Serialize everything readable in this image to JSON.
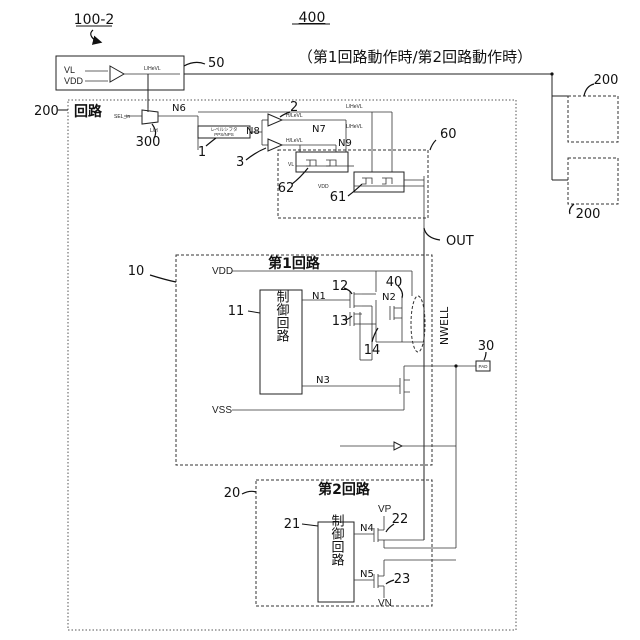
{
  "figure": {
    "number": "400",
    "mode_caption": "（第1回路動作時/第2回路動作時）",
    "device_ref": "100-2"
  },
  "block50": {
    "ref": "50",
    "lines": [
      "VL",
      "VDD"
    ],
    "out_label": "L/HeVL"
  },
  "circuit200": {
    "ref": "200",
    "title": "回路"
  },
  "ext_blocks": [
    {
      "ref": "200"
    },
    {
      "ref": "200"
    }
  ],
  "nodes": {
    "n6": "N6",
    "n7": "N7",
    "n8": "N8",
    "n9": "N9",
    "n1": "N1",
    "n2": "N2",
    "n3": "N3",
    "n4": "N4",
    "n5": "N5"
  },
  "small_labels": {
    "sel_in": "SEL_in",
    "lh": "L/H",
    "ls_block": [
      "レベルシフタ",
      "PPS/NPS"
    ],
    "buf2_out": "H/LeVL",
    "buf3_out": "H/LeVL",
    "n7_tail": "L/HeVL",
    "n9_tail": "L/HeVL",
    "vl": "VL",
    "vdd_small": "VDD"
  },
  "refs": {
    "r1": "1",
    "r2": "2",
    "r3": "3",
    "r300": "300",
    "r60": "60",
    "r61": "61",
    "r62": "62",
    "r10": "10",
    "r11": "11",
    "r12": "12",
    "r13": "13",
    "r14": "14",
    "r40": "40",
    "r30": "30",
    "r20": "20",
    "r21": "21",
    "r22": "22",
    "r23": "23"
  },
  "out_label": "OUT",
  "circuit1": {
    "title": "第1回路",
    "vdd": "VDD",
    "vss": "VSS",
    "control": "制御回路",
    "nwell": "NWELL"
  },
  "circuit2": {
    "title": "第2回路",
    "control": "制御回路",
    "vp": "VP",
    "vn": "VN"
  },
  "pad_label": "PAD"
}
